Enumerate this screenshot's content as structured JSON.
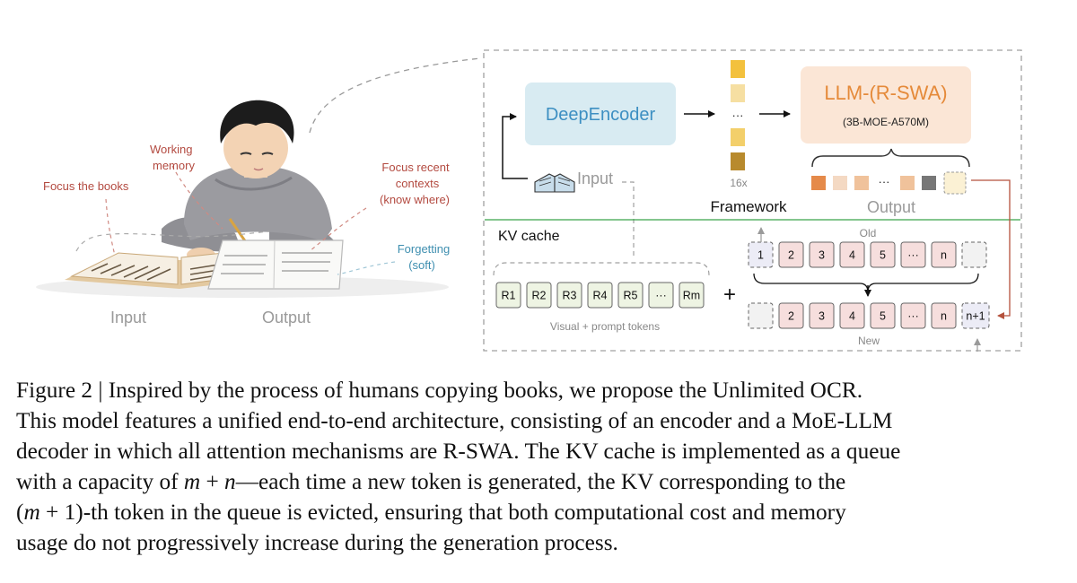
{
  "illustration": {
    "labels": {
      "focus_books": "Focus the books",
      "working_memory_1": "Working",
      "working_memory_2": "memory",
      "focus_recent_1": "Focus recent",
      "focus_recent_2": "contexts",
      "focus_recent_3": "(know where)",
      "forgetting_1": "Forgetting",
      "forgetting_2": "(soft)",
      "input": "Input",
      "output": "Output"
    }
  },
  "framework": {
    "encoder": "DeepEncoder",
    "llm_title": "LLM-(R-SWA)",
    "llm_sub": "(3B-MOE-A570M)",
    "input_label": "Input",
    "ellipsis": "···",
    "compression": "16x",
    "framework_label": "Framework",
    "output_label": "Output",
    "kv_cache_label": "KV cache",
    "old_label": "Old",
    "new_label": "New",
    "visual_tokens": [
      "R1",
      "R2",
      "R3",
      "R4",
      "R5",
      "···",
      "Rm"
    ],
    "visual_caption": "Visual + prompt tokens",
    "plus": "+",
    "old_queue": [
      "1",
      "2",
      "3",
      "4",
      "5",
      "···",
      "n",
      ""
    ],
    "new_queue": [
      "",
      "2",
      "3",
      "4",
      "5",
      "···",
      "n",
      "n+1"
    ],
    "colors": {
      "encoder_fill": "#d8ebf2",
      "encoder_text": "#3d8fc2",
      "llm_fill": "#fbe6d6",
      "llm_text": "#e58a3a",
      "token_fill": "#f6dedd",
      "visual_fill": "#eef4e3",
      "separator": "#3aa34a",
      "arrow_red": "#b5523d"
    }
  },
  "caption": {
    "line1": "Figure 2 | Inspired by the process of humans copying books, we propose the Unlimited OCR.",
    "line2": "This model features a unified end-to-end architecture, consisting of an encoder and a MoE-LLM",
    "line3": "decoder in which all attention mechanisms are R-SWA. The KV cache is implemented as a queue",
    "line4_a": "with a capacity of ",
    "line4_m": "m",
    "line4_plus": " + ",
    "line4_n": "n",
    "line4_b": "—each time a new token is generated, the KV corresponding to the",
    "line5_a": "(",
    "line5_m": "m",
    "line5_b": " + 1)-th token in the queue is evicted, ensuring that both computational cost and memory",
    "line6": "usage do not progressively increase during the generation process."
  }
}
